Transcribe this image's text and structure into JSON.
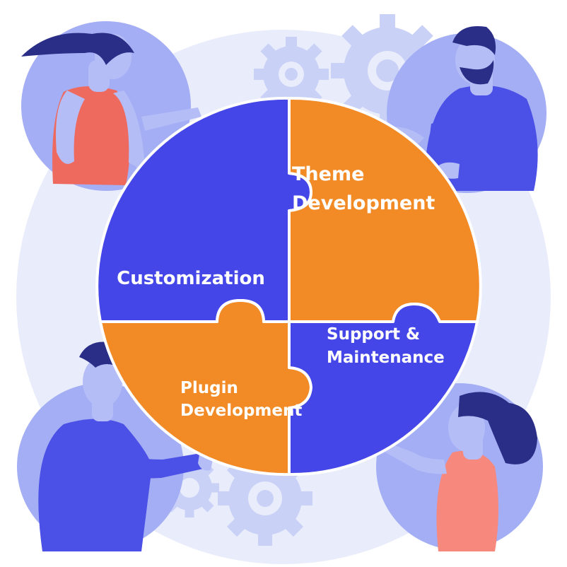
{
  "pieces": {
    "customization": {
      "label": "Customization",
      "color": "#4546E8"
    },
    "theme": {
      "lines": [
        "Theme",
        "Development"
      ],
      "color": "#F28A26"
    },
    "plugin": {
      "lines": [
        "Plugin",
        "Development"
      ],
      "color": "#F28A26"
    },
    "support": {
      "lines": [
        "Support &",
        "Maintenance"
      ],
      "color": "#4546E8"
    }
  },
  "colors": {
    "background_disc": "#E9ECFB",
    "person_circle": "#A4AEF5",
    "gear": "#C9D1F7",
    "skin": "#B5BDF7",
    "hair": "#2B2E86",
    "shirt_blue": "#4B50E6",
    "shirt_coral": "#EF6A5E",
    "shirt_pink": "#F6887E"
  },
  "people": [
    {
      "name": "woman-top-left",
      "icon": "person-woman-icon"
    },
    {
      "name": "man-top-right",
      "icon": "person-man-bearded-icon"
    },
    {
      "name": "man-bottom-left",
      "icon": "person-man-icon"
    },
    {
      "name": "woman-bottom-right",
      "icon": "person-woman-icon"
    }
  ]
}
